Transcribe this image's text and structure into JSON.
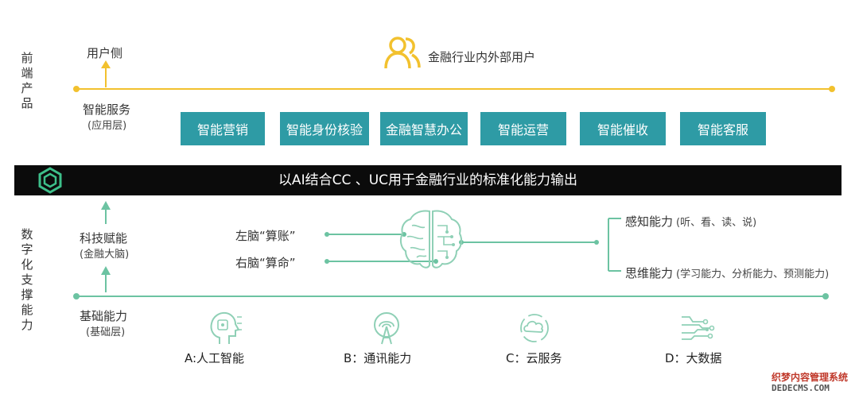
{
  "left_labels": {
    "front": "前端产品",
    "digital": "数字化支撑能力"
  },
  "user_side": "用户侧",
  "users_label": "金融行业内外部用户",
  "smart_services": {
    "title": "智能服务",
    "subtitle": "(应用层)"
  },
  "service_buttons": [
    "智能营销",
    "智能身份核验",
    "金融智慧办公",
    "智能运营",
    "智能催收",
    "智能客服"
  ],
  "banner": "以AI结合CC 、UC用于金融行业的标准化能力输出",
  "tech_capability": {
    "title": "科技赋能",
    "subtitle": "(金融大脑)"
  },
  "brain": {
    "left": "左脑“算账”",
    "right": "右脑“算命”"
  },
  "perception": {
    "title": "感知能力",
    "detail": "(听、看、读、说)"
  },
  "thinking": {
    "title": "思维能力",
    "detail": "(学习能力、分析能力、预测能力)"
  },
  "base_capability": {
    "title": "基础能力",
    "subtitle": "(基础层)"
  },
  "base_items": [
    "A:人工智能",
    "B：通讯能力",
    "C：云服务",
    "D：大数据"
  ],
  "watermark": {
    "line1": "织梦内容管理系统",
    "line2": "DEDECMS.COM"
  },
  "colors": {
    "teal": "#2e9ba5",
    "yellow": "#f2c12e",
    "green": "#6cc3a2",
    "banner": "#0b0b0b"
  },
  "icons": [
    "user-group-icon",
    "hexagon-logo-icon",
    "brain-icon",
    "ai-head-icon",
    "signal-tower-icon",
    "cloud-icon",
    "big-data-icon"
  ]
}
